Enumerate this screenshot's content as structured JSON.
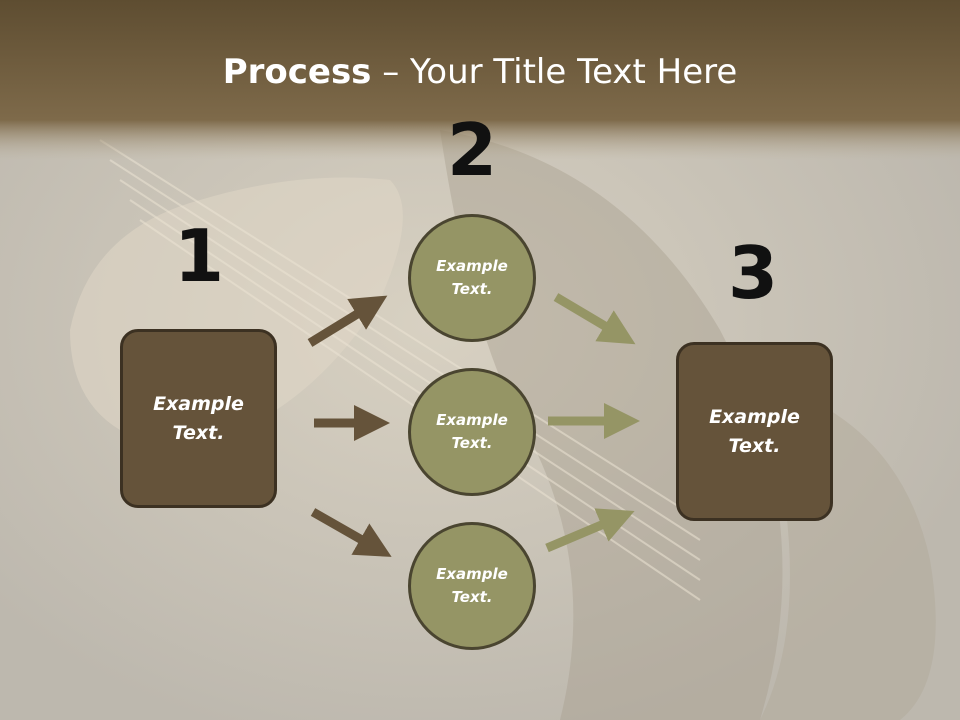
{
  "title": {
    "bold": "Process",
    "rest": " – Your Title Text Here"
  },
  "steps": [
    {
      "number": "1",
      "text": "Example\nText."
    },
    {
      "number": "2"
    },
    {
      "number": "3",
      "text": "Example\nText."
    }
  ],
  "circles": [
    {
      "text": "Example\nText."
    },
    {
      "text": "Example\nText."
    },
    {
      "text": "Example\nText."
    }
  ],
  "colors": {
    "header": "#6b5838",
    "box": "#65533a",
    "circle": "#959565",
    "arrow_dark": "#65533a",
    "arrow_light": "#959565"
  }
}
